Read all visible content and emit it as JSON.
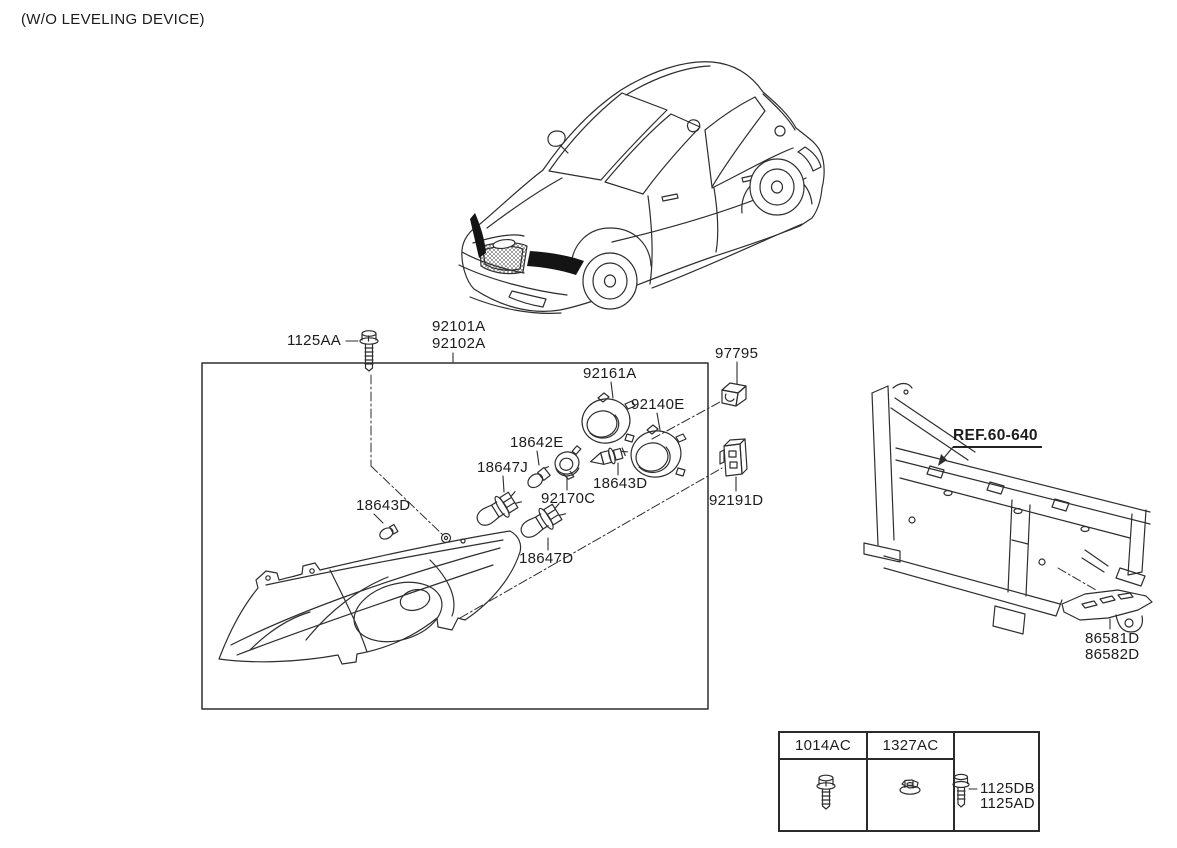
{
  "title": "(W/O LEVELING DEVICE)",
  "colors": {
    "background": "#ffffff",
    "line": "#2e2e2e",
    "text": "#1c1c1c",
    "highlight_fill": "#141414"
  },
  "callouts": {
    "bolt_1125aa": "1125AA",
    "assy_92101a": "92101A",
    "assy_92102a": "92102A",
    "cap_92161a": "92161A",
    "cap_92140e": "92140E",
    "clip_97795": "97795",
    "bulb_18642e": "18642E",
    "bulb_18647j": "18647J",
    "bulb_18643d_right": "18643D",
    "socket_92170c": "92170C",
    "bulb_18643d_left": "18643D",
    "bracket_92191d": "92191D",
    "bulb_18647d": "18647D",
    "ref_60_640": "REF.60-640",
    "bracket_86581d": "86581D",
    "bracket_86582d": "86582D"
  },
  "table": {
    "headers": [
      "1014AC",
      "1327AC",
      ""
    ],
    "col3_labels": [
      "1125DB",
      "1125AD"
    ]
  },
  "icons": [
    "flange-bolt-icon",
    "flange-nut-icon",
    "retainer-clip-icon",
    "dust-cap-icon",
    "halogen-bulb-icon",
    "wedge-bulb-icon",
    "bulb-socket-icon"
  ]
}
